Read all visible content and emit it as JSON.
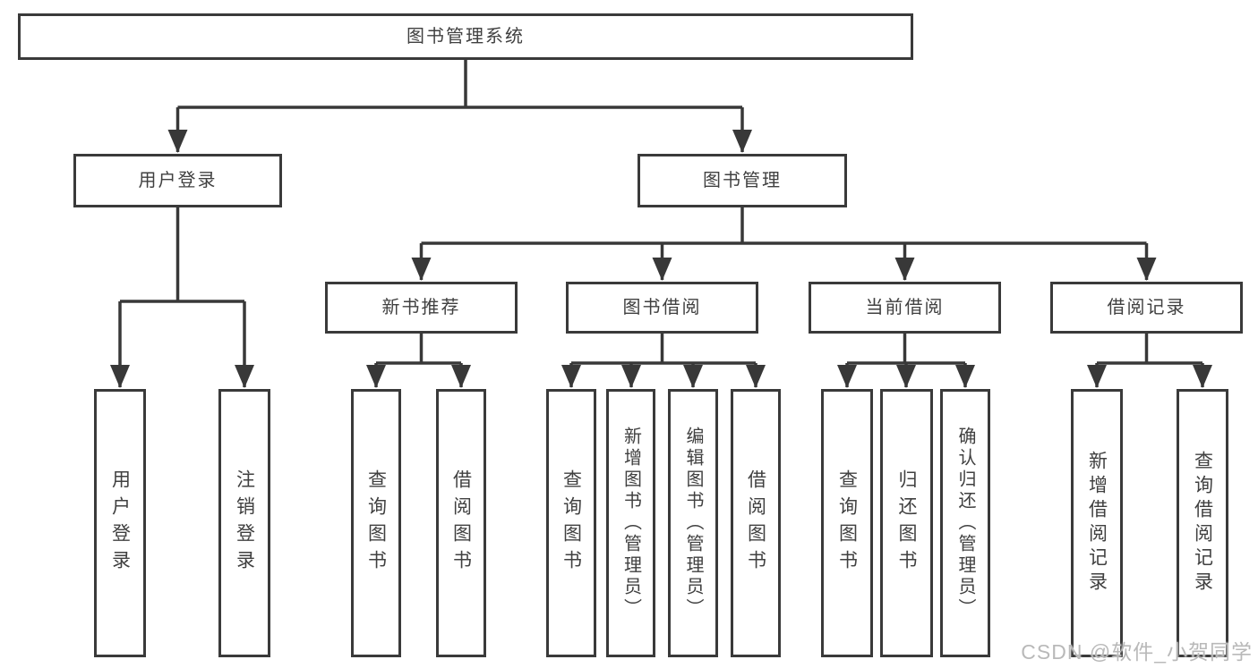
{
  "page": {
    "background": "#ffffff"
  },
  "colors": {
    "line": "#383838",
    "box_border": "#3a3a3a",
    "text": "#404040",
    "watermark": "#b9b9b9"
  },
  "watermark": {
    "text": "CSDN @软件_小贺同学"
  },
  "tree": {
    "label": "图书管理系统",
    "children": [
      {
        "label": "用户登录",
        "children": [
          {
            "label": "用户登录"
          },
          {
            "label": "注销登录"
          }
        ]
      },
      {
        "label": "图书管理",
        "children": [
          {
            "label": "新书推荐",
            "children": [
              {
                "label": "查询图书"
              },
              {
                "label": "借阅图书"
              }
            ]
          },
          {
            "label": "图书借阅",
            "children": [
              {
                "label": "查询图书"
              },
              {
                "label": "新增图书（管理员）"
              },
              {
                "label": "编辑图书（管理员）"
              },
              {
                "label": "借阅图书"
              }
            ]
          },
          {
            "label": "当前借阅",
            "children": [
              {
                "label": "查询图书"
              },
              {
                "label": "归还图书"
              },
              {
                "label": "确认归还（管理员）"
              }
            ]
          },
          {
            "label": "借阅记录",
            "children": [
              {
                "label": "新增借阅记录"
              },
              {
                "label": "查询借阅记录"
              }
            ]
          }
        ]
      }
    ]
  }
}
